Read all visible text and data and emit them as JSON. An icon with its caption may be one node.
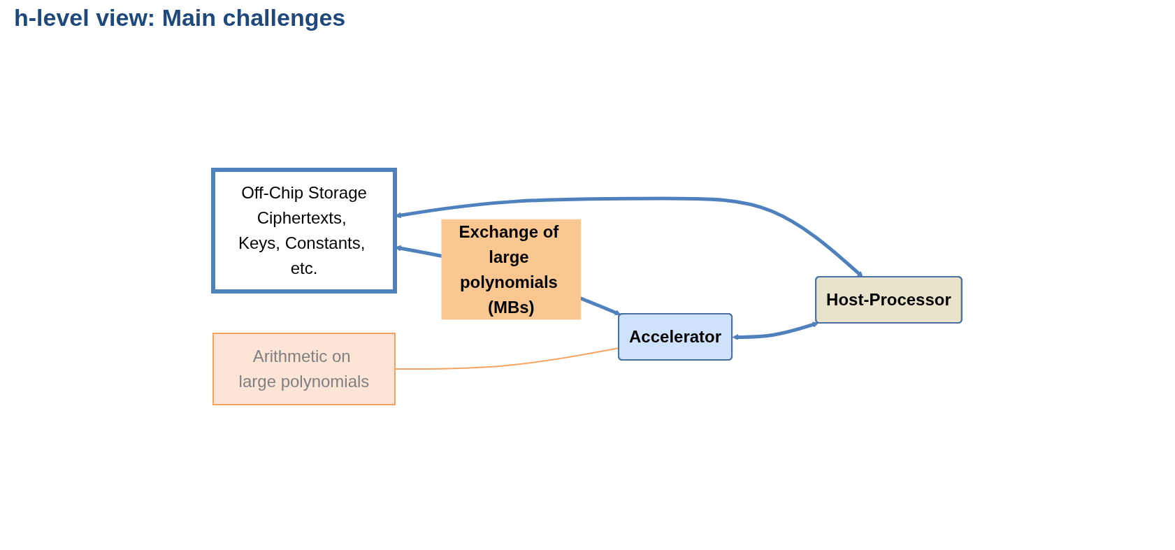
{
  "diagram": {
    "title": "h-level view: Main challenges",
    "nodes": [
      {
        "text": [
          "Off-Chip Storage",
          "Ciphertexts, Keys, Constants, etc."
        ]
      },
      {
        "text": [
          "Accelerator"
        ]
      },
      {
        "text": [
          "Host-Processor"
        ]
      },
      {
        "text": [
          "Arithmetic on large polynomials"
        ]
      }
    ],
    "edges": [
      {
        "from": 0,
        "to": 1,
        "arrow": "both",
        "label": "Exchange of large polynomials (MBs)"
      },
      {
        "from": 0,
        "to": 2,
        "arrow": "both"
      },
      {
        "from": 1,
        "to": 2,
        "arrow": "both"
      },
      {
        "from": 3,
        "to": 1,
        "arrow": "none",
        "color": "#f4a460"
      }
    ]
  }
}
